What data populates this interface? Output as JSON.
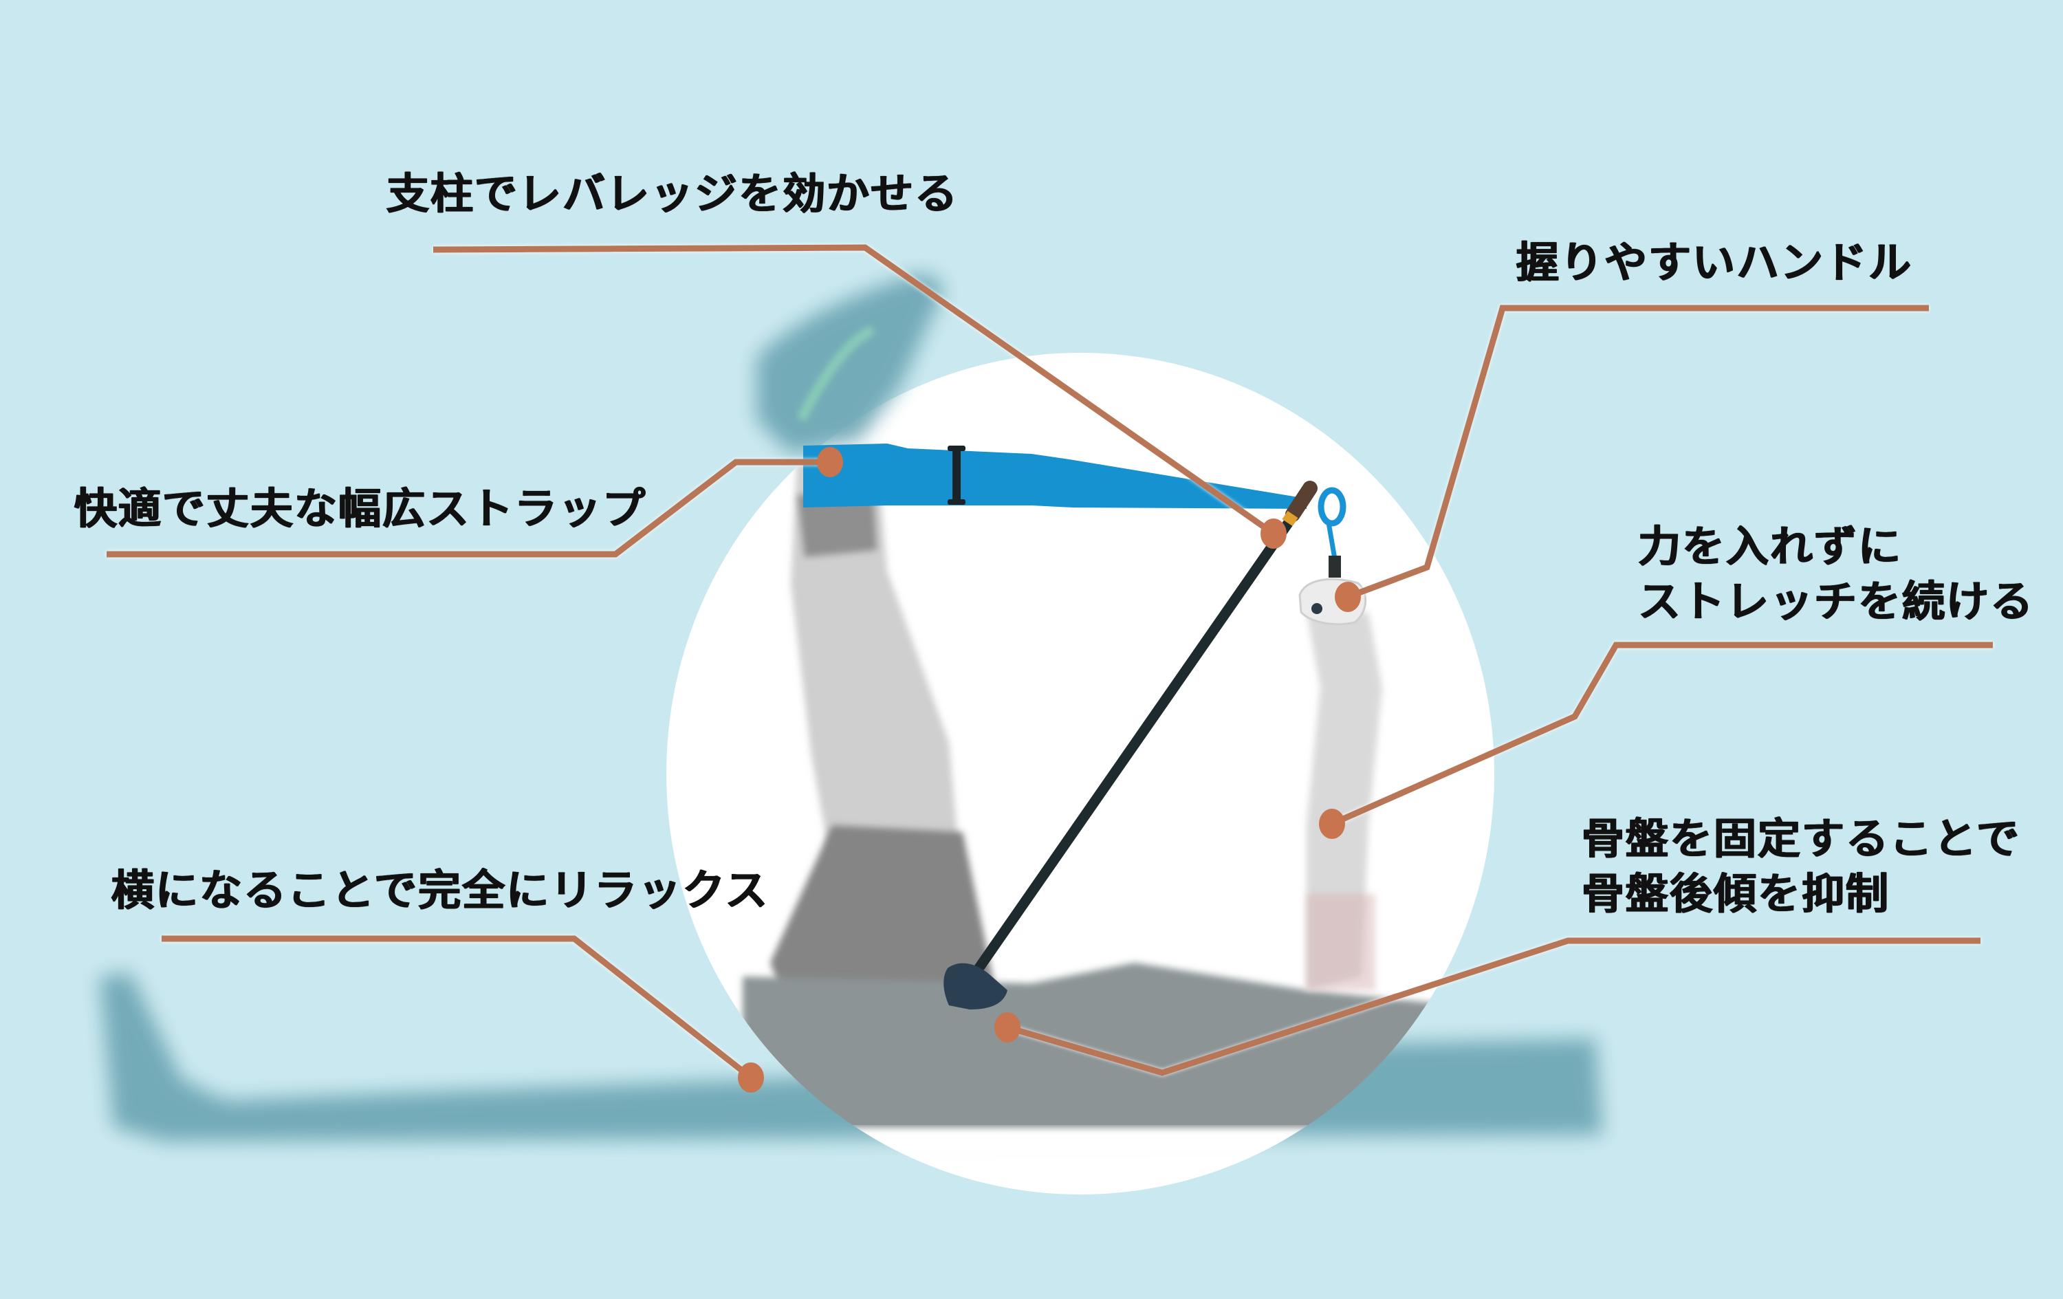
{
  "colors": {
    "background": "#cae8ef",
    "spotlight": "#ffffff",
    "leader": "#b97656",
    "dot": "#c8744e",
    "strap": "#1592cf",
    "pole": "#1d2a2e",
    "silhouette": "#6fa8b6",
    "text": "#111111"
  },
  "annotations": [
    {
      "id": "pole",
      "lines": [
        "支柱でレバレッジを効かせる"
      ]
    },
    {
      "id": "handle",
      "lines": [
        "握りやすいハンドル"
      ]
    },
    {
      "id": "strap",
      "lines": [
        "快適で丈夫な幅広ストラップ"
      ]
    },
    {
      "id": "no-force",
      "lines": [
        "力を入れずに",
        "ストレッチを続ける"
      ]
    },
    {
      "id": "pelvis",
      "lines": [
        "骨盤を固定することで",
        "骨盤後傾を抑制"
      ]
    },
    {
      "id": "relax",
      "lines": [
        "横になることで完全にリラックス"
      ]
    }
  ]
}
